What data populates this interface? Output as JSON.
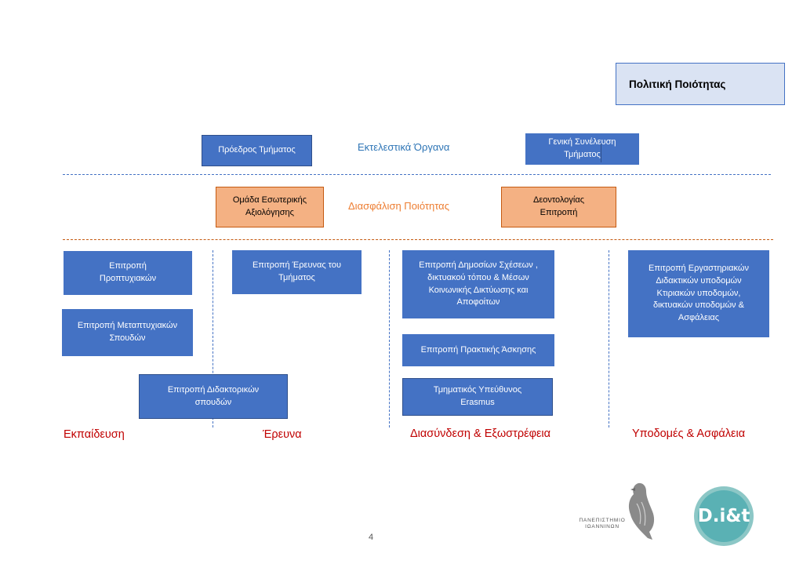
{
  "title": "Πολιτική Ποιότητας",
  "executive": {
    "label": "Εκτελεστικά Όργανα",
    "left": "Πρόεδρος Τμήματος",
    "right": "Γενική  Συνέλευση\nΤμήματος"
  },
  "quality": {
    "label": "Διασφάλιση Ποιότητας",
    "left": "Ομάδα Εσωτερικής\nΑξιολόγησης",
    "right": "Δεοντολογίας\nΕπιτροπή"
  },
  "committees": {
    "undergrad": "Επιτροπή\nΠροπτυχιακών",
    "postgrad": "Επιτροπή Μεταπτυχιακών\nΣπουδών",
    "doctoral": "Επιτροπή Διδακτορικών\nσπουδών",
    "research": "Επιτροπή Έρευνας του\nΤμήματος",
    "public_relations": "Επιτροπή Δημοσίων Σχέσεων ,\nδικτυακού τόπου & Μέσων\nΚοινωνικής Δικτύωσης και\nΑποφοίτων",
    "internship": "Επιτροπή Πρακτικής Άσκησης",
    "erasmus": "Τμηματικός Υπεύθυνος\nErasmus",
    "infrastructure": "Επιτροπή Εργαστηριακών\nΔιδακτικών υποδομών\nΚτιριακών υποδομών,\nδικτυακών υποδομών &\nΑσφάλειας"
  },
  "categories": {
    "education": "Εκπαίδευση",
    "research": "Έρευνα",
    "outreach": "Διασύνδεση & Εξωστρέφεια",
    "infrastructure": "Υποδομές & Ασφάλεια"
  },
  "page_number": "4",
  "logos": {
    "university_line1": "ΠΑΝΕΠΙΣΤΗΜΙΟ",
    "university_line2": "ΙΩΑΝΝΙΝΩΝ",
    "dit": "D.i&t"
  },
  "colors": {
    "box_blue": "#4472c4",
    "box_orange": "#f4b183",
    "category_red": "#c00000",
    "executive_label": "#2e75b6",
    "quality_label": "#ed7d31"
  }
}
